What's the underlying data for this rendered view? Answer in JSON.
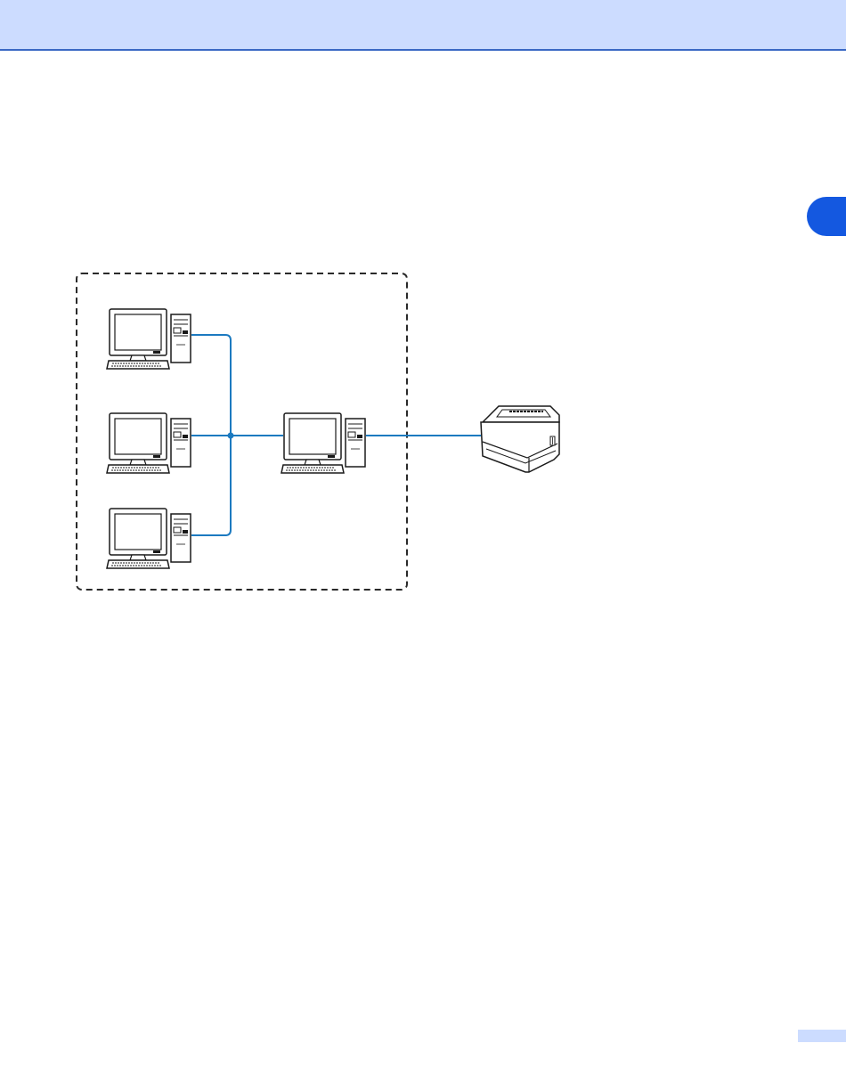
{
  "page": {
    "chapter_marker": "",
    "page_number": ""
  },
  "colors": {
    "header_band": "#ccdcff",
    "header_rule": "#3a68c4",
    "chapter_tab": "#1458e0",
    "connection_line": "#1c7ac0",
    "outline": "#1a1a1a"
  },
  "diagram": {
    "nodes": [
      {
        "id": "client-pc-1",
        "kind": "computer"
      },
      {
        "id": "client-pc-2",
        "kind": "computer"
      },
      {
        "id": "client-pc-3",
        "kind": "computer"
      },
      {
        "id": "host-pc",
        "kind": "computer"
      },
      {
        "id": "printer",
        "kind": "laser-printer"
      }
    ],
    "edges": [
      {
        "from": "client-pc-1",
        "to": "host-pc"
      },
      {
        "from": "client-pc-2",
        "to": "host-pc"
      },
      {
        "from": "client-pc-3",
        "to": "host-pc"
      },
      {
        "from": "host-pc",
        "to": "printer"
      }
    ],
    "group": {
      "members": [
        "client-pc-1",
        "client-pc-2",
        "client-pc-3",
        "host-pc"
      ],
      "style": "dashed"
    }
  }
}
